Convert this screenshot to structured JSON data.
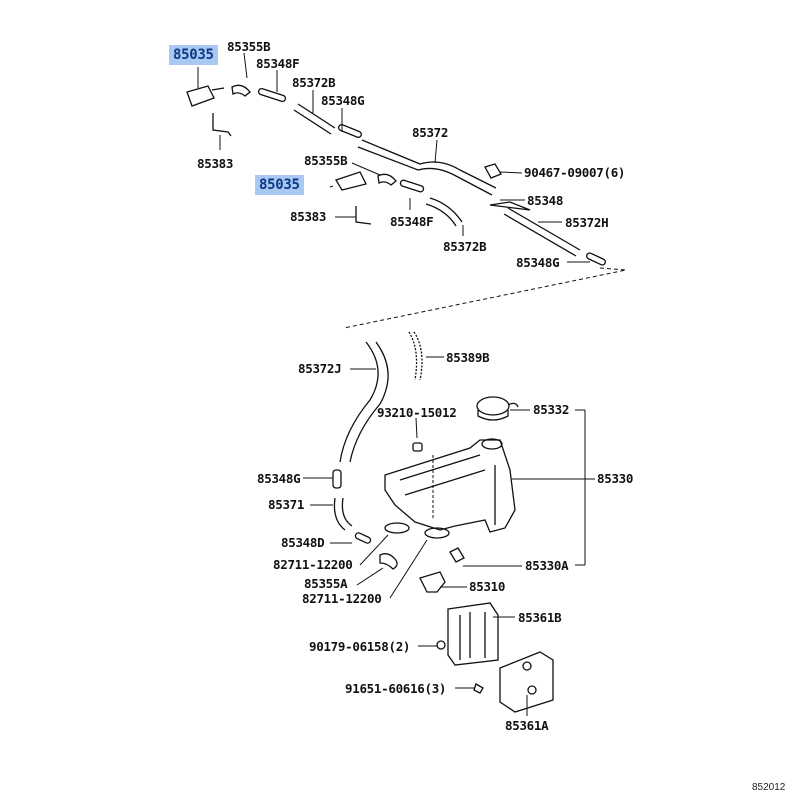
{
  "labels": {
    "p85035_a": "85035",
    "p85035_b": "85035",
    "p85355b_a": "85355B",
    "p85355b_b": "85355B",
    "p85348f_a": "85348F",
    "p85348f_b": "85348F",
    "p85372b_a": "85372B",
    "p85372b_b": "85372B",
    "p85348g_a": "85348G",
    "p85348g_b": "85348G",
    "p85348g_c": "85348G",
    "p85372": "85372",
    "p90467": "90467-09007(6)",
    "p85348": "85348",
    "p85383_a": "85383",
    "p85383_b": "85383",
    "p85372h": "85372H",
    "p85389b": "85389B",
    "p85372j": "85372J",
    "p93210": "93210-15012",
    "p85332": "85332",
    "p85330": "85330",
    "p85371": "85371",
    "p85348d": "85348D",
    "p82711_a": "82711-12200",
    "p82711_b": "82711-12200",
    "p85355a": "85355A",
    "p85330a": "85330A",
    "p85310": "85310",
    "p85361b": "85361B",
    "p90179": "90179-06158(2)",
    "p91651": "91651-60616(3)",
    "p85361a": "85361A"
  },
  "diagram_code": "852012",
  "highlight_color": "#a9c8f2"
}
